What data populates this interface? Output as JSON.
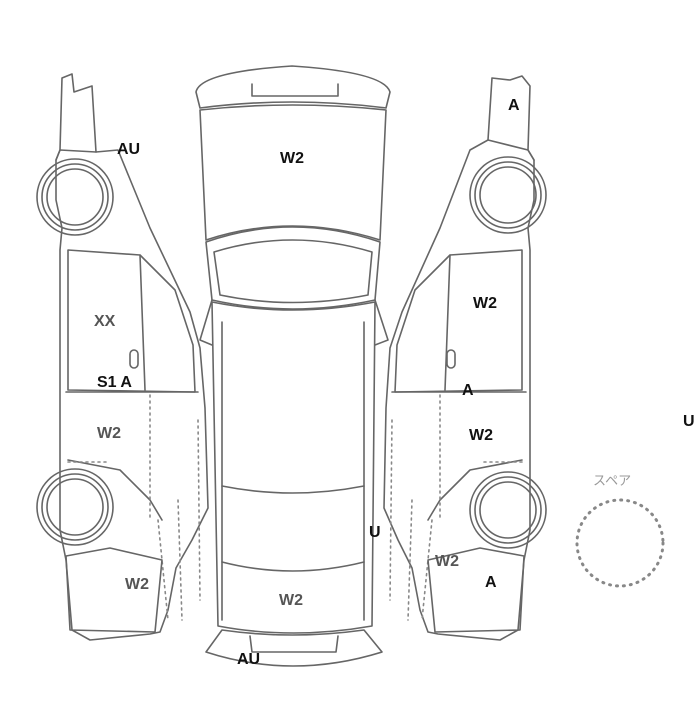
{
  "spare_label": "スペア",
  "colors": {
    "outline": "#666666",
    "dots": "#888888",
    "label": "#111111",
    "label_muted": "#555555"
  },
  "labels": {
    "left_front_fender": "AU",
    "left_front_door": "XX",
    "left_rocker": "S1 A",
    "left_rear_door": "W2",
    "left_rear_fender": "W2",
    "roof_front": "W2",
    "rear_deck": "W2",
    "rear_bumper": "AU",
    "right_front_fender": "A",
    "right_front_door": "W2",
    "right_rocker": "A",
    "right_rear_door": "W2",
    "right_rear_pillar": "U",
    "right_rear_fender": "W2",
    "right_rear_quarter": "A",
    "edge_mark": "U"
  }
}
